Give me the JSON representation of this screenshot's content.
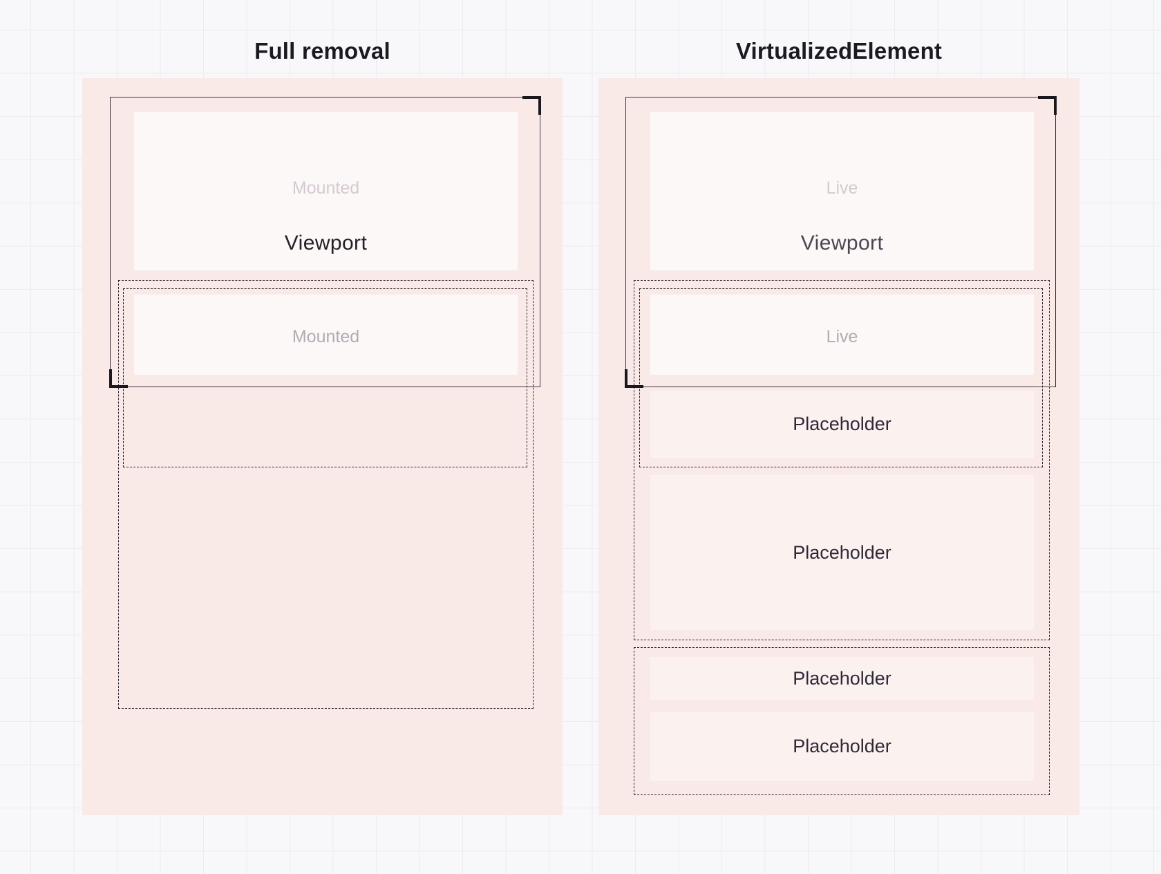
{
  "panels": {
    "left": {
      "title": "Full removal",
      "viewport_label": "Viewport",
      "item1_label": "Mounted",
      "item2_label": "Mounted"
    },
    "right": {
      "title": "VirtualizedElement",
      "viewport_label": "Viewport",
      "item1_label": "Live",
      "item2_label": "Live",
      "placeholders": [
        "Placeholder",
        "Placeholder",
        "Placeholder",
        "Placeholder"
      ]
    }
  },
  "colors": {
    "background": "#f8f7f9",
    "grid_line": "#edebf1",
    "panel_pink": "#f9eae8",
    "card_white": "#fcf8f8",
    "placeholder_band": "#fbf2f0",
    "faded_label": "#d4c9cf",
    "muted_label": "#b2abb2",
    "dark_text": "#232027",
    "right_viewport_text": "#4b4650",
    "dashed_border": "#26232b"
  }
}
